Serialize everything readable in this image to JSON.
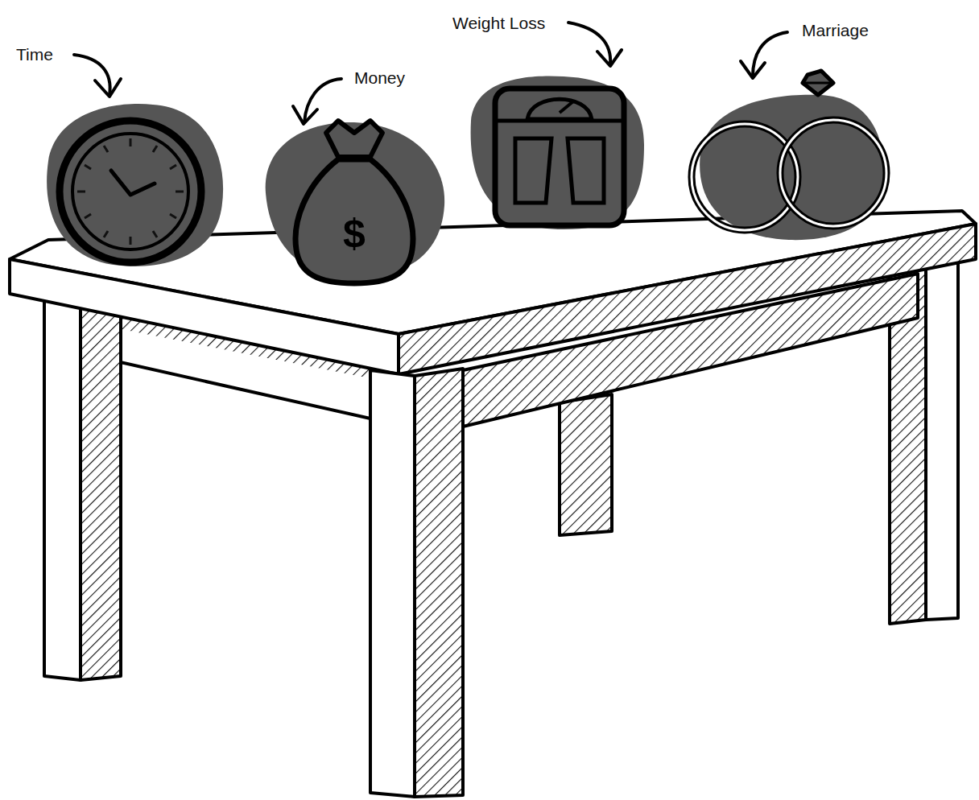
{
  "diagram": {
    "labels": [
      "Time",
      "Money",
      "Weight Loss",
      "Marriage",
      "$"
    ]
  }
}
